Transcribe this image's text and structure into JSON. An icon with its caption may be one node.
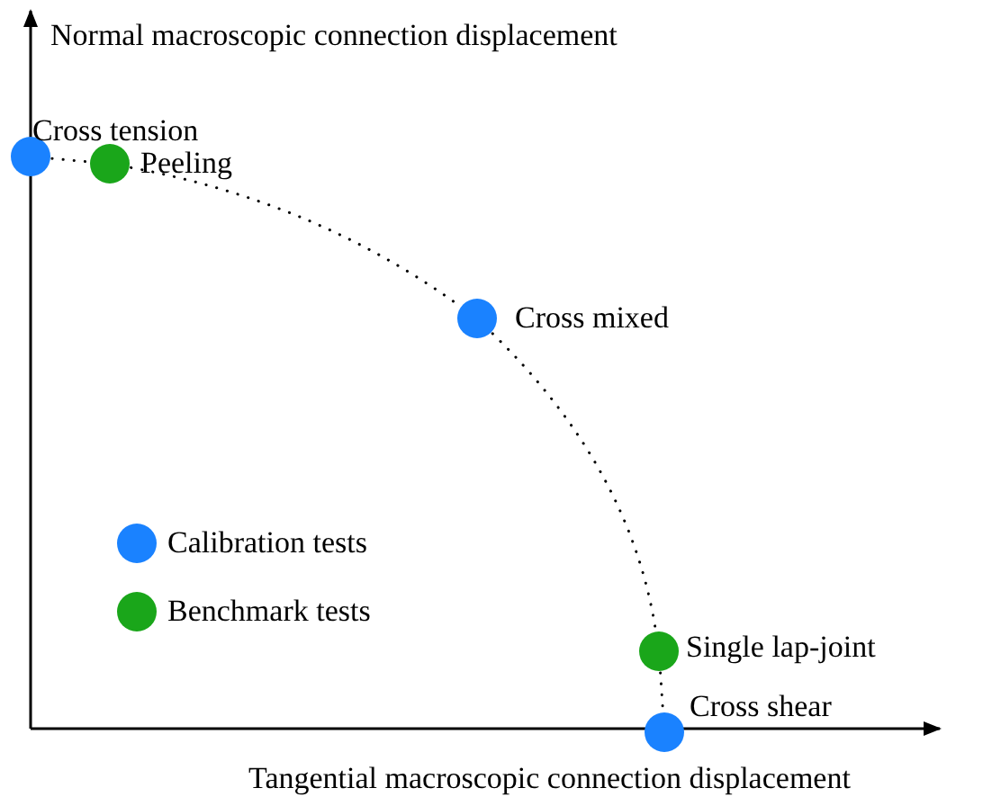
{
  "diagram": {
    "nodes": [
      {
        "text": [],
        "shape": "circle",
        "beside": [
          "Cross tension"
        ]
      },
      {
        "text": [],
        "shape": "circle",
        "beside": [
          "Peeling"
        ]
      },
      {
        "text": [],
        "shape": "circle",
        "beside": [
          "Cross mixed"
        ]
      },
      {
        "text": [],
        "shape": "circle",
        "beside": [
          "Single lap-joint"
        ]
      },
      {
        "text": [],
        "shape": "circle",
        "beside": [
          "Cross shear"
        ]
      }
    ],
    "edges": [
      {
        "from": 0,
        "to": 1,
        "arrow": "none",
        "style": "dashed"
      },
      {
        "from": 1,
        "to": 2,
        "arrow": "none",
        "style": "dashed"
      },
      {
        "from": 2,
        "to": 3,
        "arrow": "none",
        "style": "dashed"
      },
      {
        "from": 3,
        "to": 4,
        "arrow": "none",
        "style": "dashed"
      }
    ],
    "labels": [
      "Normal macroscopic connection displacement",
      "Tangential macroscopic connection displacement"
    ],
    "legend": [
      {
        "text": "Calibration tests",
        "color": "#1a82ff"
      },
      {
        "text": "Benchmark tests",
        "color": "#1aa61a"
      }
    ]
  }
}
